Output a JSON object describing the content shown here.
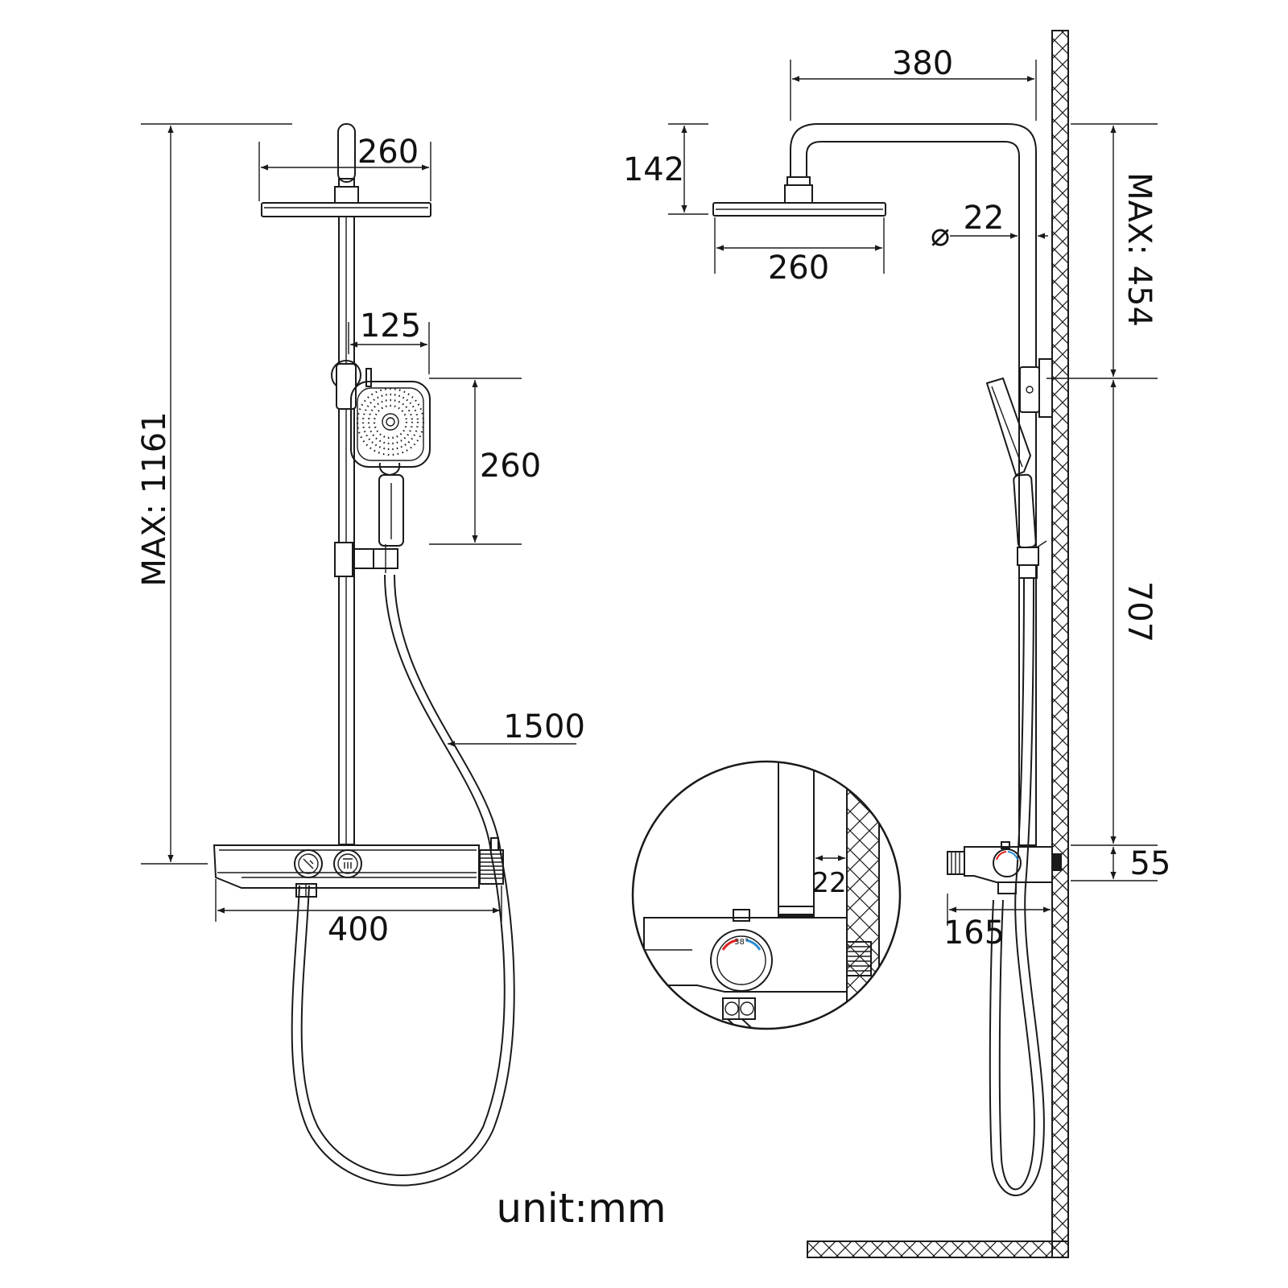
{
  "front": {
    "overall_height": "MAX: 1161",
    "head_width": "260",
    "handshower_width": "125",
    "handshower_height": "260",
    "hose_length": "1500",
    "shelf_width": "400"
  },
  "side": {
    "arm_reach": "380",
    "head_drop": "142",
    "pipe_diameter_symbol": "⌀",
    "pipe_diameter": "22",
    "head_width": "260",
    "upper_height": "MAX: 454",
    "lower_height": "707",
    "valve_height": "55",
    "valve_depth": "165"
  },
  "detail": {
    "wall_gap": "22",
    "temp_mark": "38°"
  },
  "unit_label": "unit:mm",
  "colors": {
    "line": "#1a1a1a",
    "hot": "#e02020",
    "cold": "#2a8fd8"
  }
}
